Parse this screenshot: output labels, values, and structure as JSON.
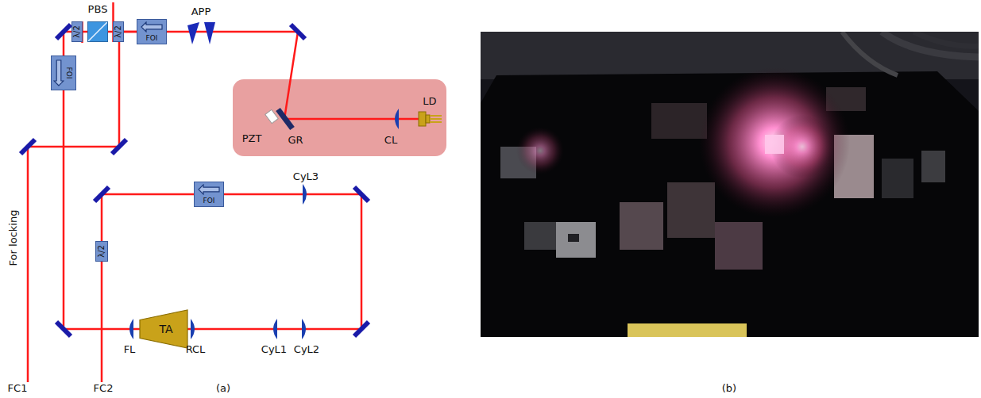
{
  "diagram": {
    "nodes": [
      {
        "text": [
          "λ/2"
        ]
      },
      {
        "text": [
          "PBS"
        ]
      },
      {
        "text": [
          "λ/2"
        ]
      },
      {
        "text": [
          "FOI"
        ]
      },
      {
        "text": [
          "FOI"
        ]
      },
      {
        "text": [
          "FOI"
        ]
      },
      {
        "text": [
          "λ/2"
        ]
      },
      {
        "text": [
          "TA"
        ]
      }
    ],
    "edges": [
      {
        "from": 0,
        "to": 1,
        "arrow": "none"
      },
      {
        "from": 1,
        "to": 2,
        "arrow": "none"
      },
      {
        "from": 2,
        "to": 3,
        "arrow": "none"
      }
    ],
    "labels": [
      "APP",
      "PZT",
      "GR",
      "CL",
      "LD",
      "For locking",
      "CyL3",
      "FL",
      "RCL",
      "CyL1",
      "CyL2",
      "FC1",
      "FC2",
      "(a)",
      "(b)"
    ]
  }
}
